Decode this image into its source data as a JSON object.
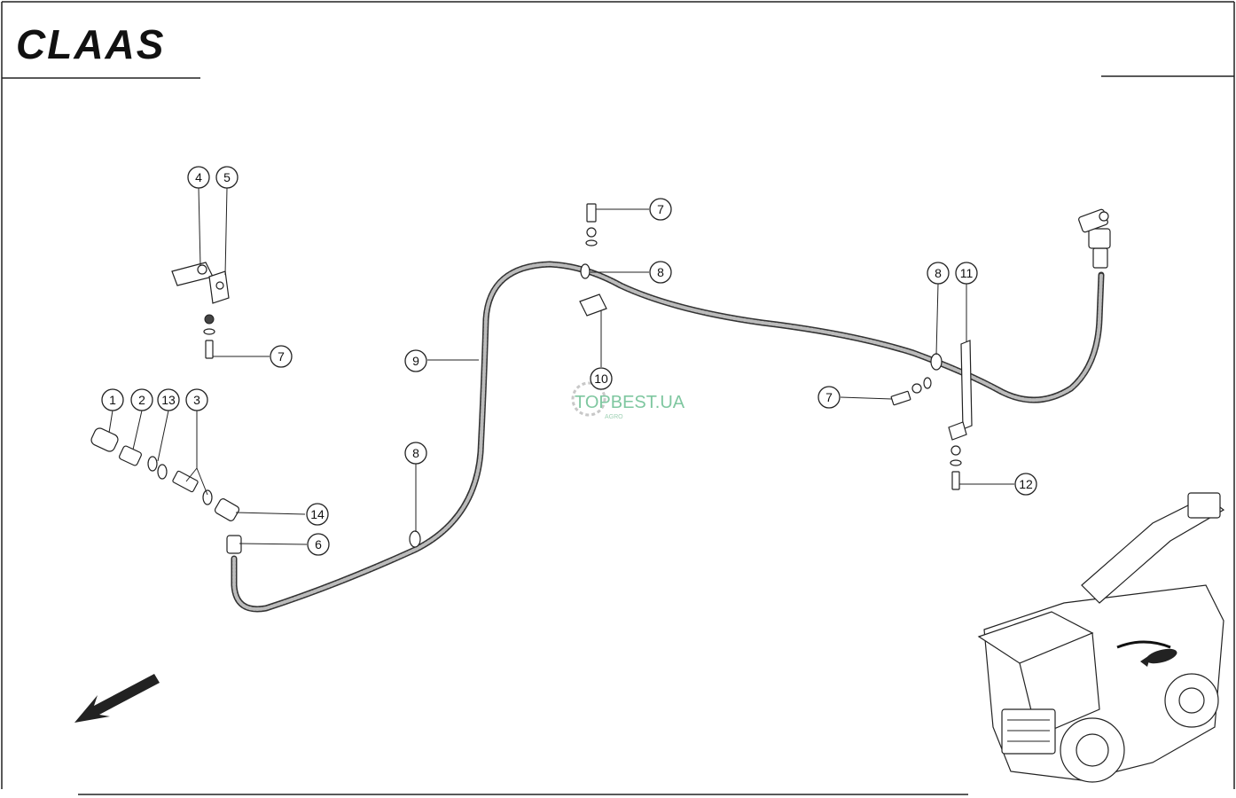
{
  "header": {
    "logo_text": "CLAAS"
  },
  "watermark": {
    "text": "TOPBEST.UA",
    "sub": "AGRO"
  },
  "callouts": [
    {
      "id": "c1",
      "label": "1"
    },
    {
      "id": "c2",
      "label": "2"
    },
    {
      "id": "c13",
      "label": "13"
    },
    {
      "id": "c3",
      "label": "3"
    },
    {
      "id": "c4",
      "label": "4"
    },
    {
      "id": "c5",
      "label": "5"
    },
    {
      "id": "c7a",
      "label": "7"
    },
    {
      "id": "c14",
      "label": "14"
    },
    {
      "id": "c6",
      "label": "6"
    },
    {
      "id": "c9",
      "label": "9"
    },
    {
      "id": "c8a",
      "label": "8"
    },
    {
      "id": "c7b",
      "label": "7"
    },
    {
      "id": "c8b",
      "label": "8"
    },
    {
      "id": "c10",
      "label": "10"
    },
    {
      "id": "c8c",
      "label": "8"
    },
    {
      "id": "c11",
      "label": "11"
    },
    {
      "id": "c7c",
      "label": "7"
    },
    {
      "id": "c12",
      "label": "12"
    }
  ]
}
